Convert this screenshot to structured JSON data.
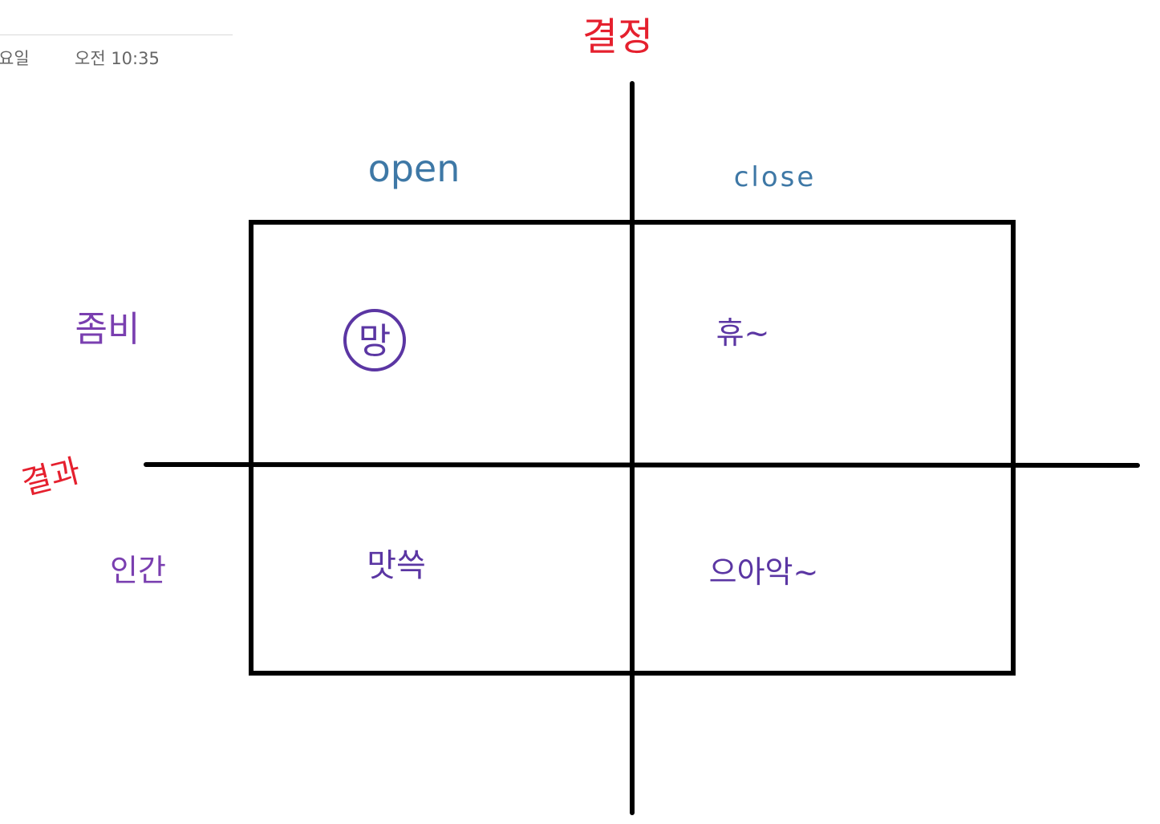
{
  "header": {
    "date_fragment": "요일",
    "time": "오전 10:35"
  },
  "axes": {
    "decision_label": "결정",
    "result_label": "결과"
  },
  "columns": {
    "open": "open",
    "close": "close"
  },
  "rows": {
    "zombie": "좀비",
    "human": "인간"
  },
  "cells": {
    "open_zombie": "망",
    "close_zombie": "휴~",
    "open_human": "맛쓱",
    "close_human": "으아악~"
  },
  "colors": {
    "axis_label": "#e5202e",
    "column_label": "#3e78a6",
    "row_label": "#7a3fb0",
    "cell_text": "#5b36a3",
    "lines": "#000000"
  }
}
